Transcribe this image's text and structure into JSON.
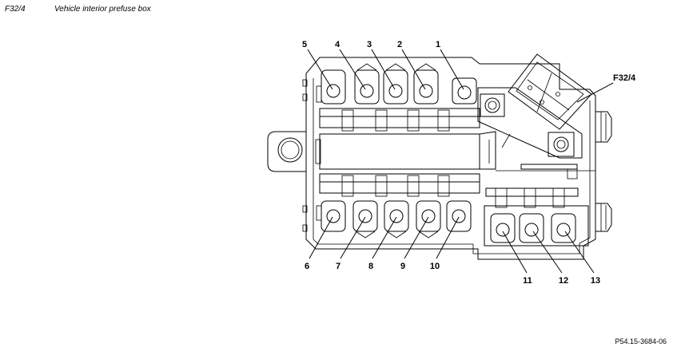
{
  "header": {
    "code": "F32/4",
    "title": "Vehicle interior prefuse box"
  },
  "diagram": {
    "component_label": "F32/4",
    "callouts": [
      "1",
      "2",
      "3",
      "4",
      "5",
      "6",
      "7",
      "8",
      "9",
      "10",
      "11",
      "12",
      "13"
    ]
  },
  "footer": {
    "reference": "P54.15-3684-06"
  }
}
